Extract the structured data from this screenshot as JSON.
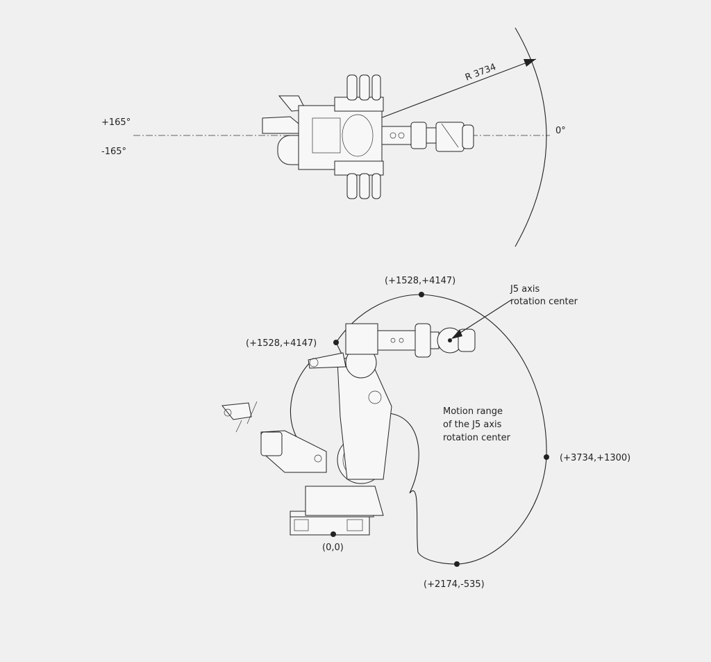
{
  "top_view": {
    "angle_plus": "+165°",
    "angle_minus": "-165°",
    "angle_zero": "0°",
    "radius_label": "R 3734"
  },
  "side_view": {
    "j5_label_line1": "J5 axis",
    "j5_label_line2": "rotation center",
    "motion_label_line1": "Motion range",
    "motion_label_line2": "of the J5 axis",
    "motion_label_line3": "rotation center",
    "points": [
      {
        "label": "(+1528,+4147)"
      },
      {
        "label": "(+1528,+4147)"
      },
      {
        "label": "(+3734,+1300)"
      },
      {
        "label": "(+2174,-535)"
      },
      {
        "label": "(0,0)"
      }
    ]
  }
}
